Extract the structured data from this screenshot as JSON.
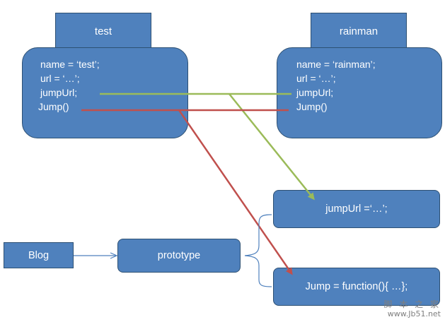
{
  "objects": {
    "test": {
      "name": "test",
      "lines": [
        "name = ‘test’;",
        "url = ‘…’;",
        "jumpUrl;",
        "Jump()"
      ]
    },
    "rainman": {
      "name": "rainman",
      "lines": [
        "name = ‘rainman’;",
        "url = ‘…’;",
        "jumpUrl;",
        "Jump()"
      ]
    }
  },
  "prototype_members": {
    "jumpUrl": "jumpUrl =‘…’;",
    "jump": "Jump = function(){ …};"
  },
  "blog": "Blog",
  "prototype": "prototype",
  "colors": {
    "box_fill": "#4f81bd",
    "box_border": "#2d5073",
    "jumpurl_line": "#9bbb59",
    "jump_line": "#c0504d",
    "blog_arrow": "#4f81bd"
  },
  "watermark": {
    "line1": "脚 本 之 家",
    "line2": "www.Jb51.net"
  }
}
